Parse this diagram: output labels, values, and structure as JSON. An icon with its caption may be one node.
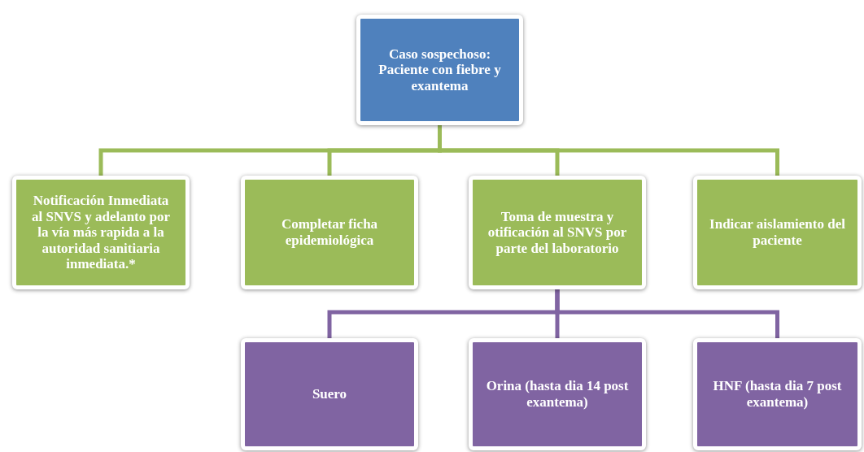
{
  "diagram": {
    "nodes": [
      {
        "text": [
          "Caso sospechoso: Paciente con fiebre y exantema"
        ]
      },
      {
        "text": [
          "Notificación Inmediata al SNVS  y adelanto por la vía más rapida a la autoridad sanitiaria inmediata.*"
        ]
      },
      {
        "text": [
          "Completar ficha epidemiológica"
        ]
      },
      {
        "text": [
          "Toma de muestra y otificación al SNVS por parte del laboratorio"
        ]
      },
      {
        "text": [
          "Indicar aislamiento del paciente"
        ]
      },
      {
        "text": [
          "Suero"
        ]
      },
      {
        "text": [
          "Orina (hasta dia 14 post exantema)"
        ]
      },
      {
        "text": [
          "HNF (hasta dia 7 post exantema)"
        ]
      }
    ],
    "edges": [
      {
        "from": 0,
        "to": 1,
        "arrow": "none"
      },
      {
        "from": 0,
        "to": 2,
        "arrow": "none"
      },
      {
        "from": 0,
        "to": 3,
        "arrow": "none"
      },
      {
        "from": 0,
        "to": 4,
        "arrow": "none"
      },
      {
        "from": 3,
        "to": 5,
        "arrow": "none",
        "color": "#8064a2"
      },
      {
        "from": 3,
        "to": 6,
        "arrow": "none",
        "color": "#8064a2"
      },
      {
        "from": 3,
        "to": 7,
        "arrow": "none",
        "color": "#8064a2"
      }
    ]
  }
}
